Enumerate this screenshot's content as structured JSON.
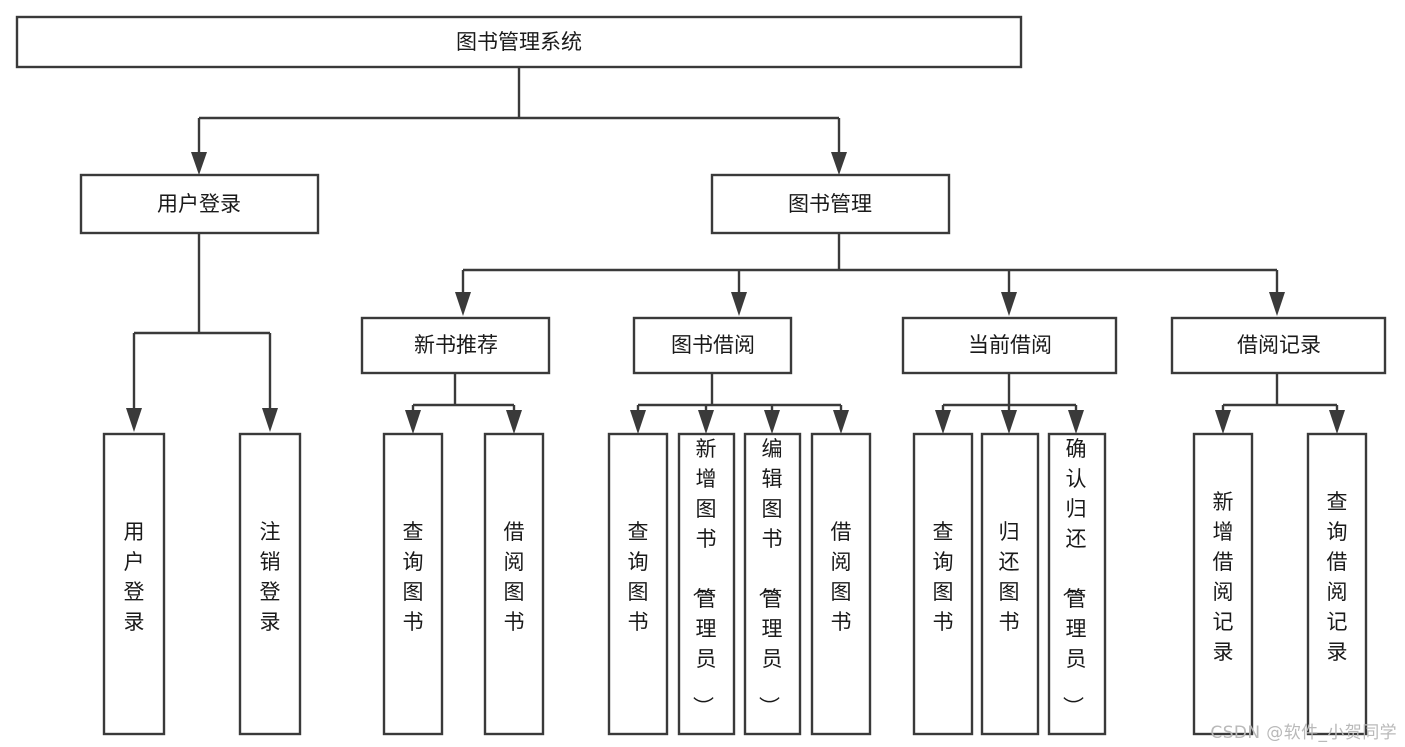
{
  "diagram": {
    "type": "tree-hierarchy",
    "title": "图书管理系统",
    "watermark": "CSDN @软件_小贺同学",
    "colors": {
      "stroke": "#3a3a3a",
      "fill": "#ffffff",
      "text": "#1a1a1a",
      "watermark": "#b9b9b9",
      "background": "#ffffff"
    },
    "levels": [
      {
        "level": 1,
        "nodes": [
          {
            "id": "root",
            "label": "图书管理系统",
            "orientation": "horizontal"
          }
        ]
      },
      {
        "level": 2,
        "nodes": [
          {
            "id": "user-login",
            "label": "用户登录",
            "orientation": "horizontal",
            "parent": "root"
          },
          {
            "id": "book-mgmt",
            "label": "图书管理",
            "orientation": "horizontal",
            "parent": "root"
          }
        ]
      },
      {
        "level": 3,
        "nodes": [
          {
            "id": "new-book-rec",
            "label": "新书推荐",
            "orientation": "horizontal",
            "parent": "book-mgmt"
          },
          {
            "id": "book-borrow",
            "label": "图书借阅",
            "orientation": "horizontal",
            "parent": "book-mgmt"
          },
          {
            "id": "current-borrow",
            "label": "当前借阅",
            "orientation": "horizontal",
            "parent": "book-mgmt"
          },
          {
            "id": "borrow-record",
            "label": "借阅记录",
            "orientation": "horizontal",
            "parent": "book-mgmt"
          }
        ]
      },
      {
        "level": 4,
        "nodes": [
          {
            "id": "leaf-user-login",
            "label": "用户登录",
            "orientation": "vertical",
            "parent": "user-login",
            "align": "middle"
          },
          {
            "id": "leaf-user-logout",
            "label": "注销登录",
            "orientation": "vertical",
            "parent": "user-login",
            "align": "middle"
          },
          {
            "id": "leaf-query-book-1",
            "label": "查询图书",
            "orientation": "vertical",
            "parent": "new-book-rec",
            "align": "middle"
          },
          {
            "id": "leaf-borrow-book-1",
            "label": "借阅图书",
            "orientation": "vertical",
            "parent": "new-book-rec",
            "align": "middle"
          },
          {
            "id": "leaf-query-book-2",
            "label": "查询图书",
            "orientation": "vertical",
            "parent": "book-borrow",
            "align": "middle"
          },
          {
            "id": "leaf-add-book",
            "label": "新增图书（管理员）",
            "orientation": "vertical",
            "parent": "book-borrow",
            "align": "top"
          },
          {
            "id": "leaf-edit-book",
            "label": "编辑图书（管理员）",
            "orientation": "vertical",
            "parent": "book-borrow",
            "align": "top"
          },
          {
            "id": "leaf-borrow-book-2",
            "label": "借阅图书",
            "orientation": "vertical",
            "parent": "book-borrow",
            "align": "middle"
          },
          {
            "id": "leaf-query-book-3",
            "label": "查询图书",
            "orientation": "vertical",
            "parent": "current-borrow",
            "align": "middle"
          },
          {
            "id": "leaf-return-book",
            "label": "归还图书",
            "orientation": "vertical",
            "parent": "current-borrow",
            "align": "middle"
          },
          {
            "id": "leaf-confirm-return",
            "label": "确认归还（管理员）",
            "orientation": "vertical",
            "parent": "current-borrow",
            "align": "top"
          },
          {
            "id": "leaf-add-record",
            "label": "新增借阅记录",
            "orientation": "vertical",
            "parent": "borrow-record",
            "align": "middle"
          },
          {
            "id": "leaf-query-record",
            "label": "查询借阅记录",
            "orientation": "vertical",
            "parent": "borrow-record",
            "align": "middle"
          }
        ]
      }
    ]
  }
}
